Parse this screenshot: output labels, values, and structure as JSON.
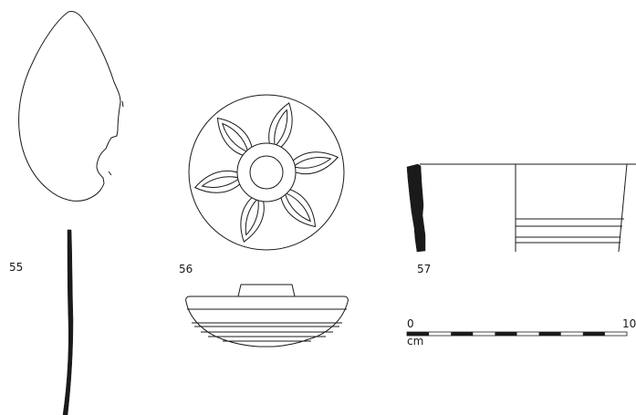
{
  "figures": [
    {
      "number": "55"
    },
    {
      "number": "56"
    },
    {
      "number": "57"
    }
  ],
  "scale_bar": {
    "start_label": "0",
    "end_label": "10",
    "unit_label": "cm",
    "segments": 10
  },
  "colors": {
    "ink": "#1a1a1a",
    "paper": "#ffffff"
  }
}
